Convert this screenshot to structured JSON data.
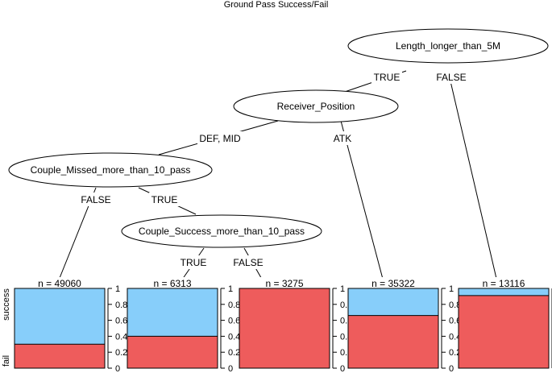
{
  "title": "Ground Pass Success/Fail",
  "colors": {
    "success": "#87CEFA",
    "fail": "#EE5C5C",
    "stroke": "#000000"
  },
  "nodes": [
    {
      "id": "n1",
      "label": "Length_longer_than_5M"
    },
    {
      "id": "n2",
      "label": "Receiver_Position"
    },
    {
      "id": "n3",
      "label": "Couple_Missed_more_than_10_pass"
    },
    {
      "id": "n4",
      "label": "Couple_Success_more_than_10_pass"
    }
  ],
  "edges": [
    {
      "from": "n1",
      "to": "n2",
      "label": "TRUE"
    },
    {
      "from": "n1",
      "to": "leaf5",
      "label": "FALSE"
    },
    {
      "from": "n2",
      "to": "n3",
      "label": "DEF, MID"
    },
    {
      "from": "n2",
      "to": "leaf4",
      "label": "ATK"
    },
    {
      "from": "n3",
      "to": "leaf1",
      "label": "FALSE"
    },
    {
      "from": "n3",
      "to": "n4",
      "label": "TRUE"
    },
    {
      "from": "n4",
      "to": "leaf2",
      "label": "TRUE"
    },
    {
      "from": "n4",
      "to": "leaf3",
      "label": "FALSE"
    }
  ],
  "y_axis_labels": {
    "top": "success",
    "bottom": "fail"
  },
  "y_ticks": [
    "0",
    "0.2",
    "0.4",
    "0.6",
    "0.8",
    "1"
  ],
  "chart_data": {
    "type": "bar",
    "categories": [
      "n = 49060",
      "n = 6313",
      "n = 3275",
      "n = 35322",
      "n = 13116"
    ],
    "series": [
      {
        "name": "success",
        "values": [
          0.7,
          0.6,
          0.0,
          0.34,
          0.09
        ]
      },
      {
        "name": "fail",
        "values": [
          0.3,
          0.4,
          1.0,
          0.66,
          0.91
        ]
      }
    ],
    "ylim": [
      0,
      1
    ],
    "xlabel": "",
    "ylabel": ""
  }
}
